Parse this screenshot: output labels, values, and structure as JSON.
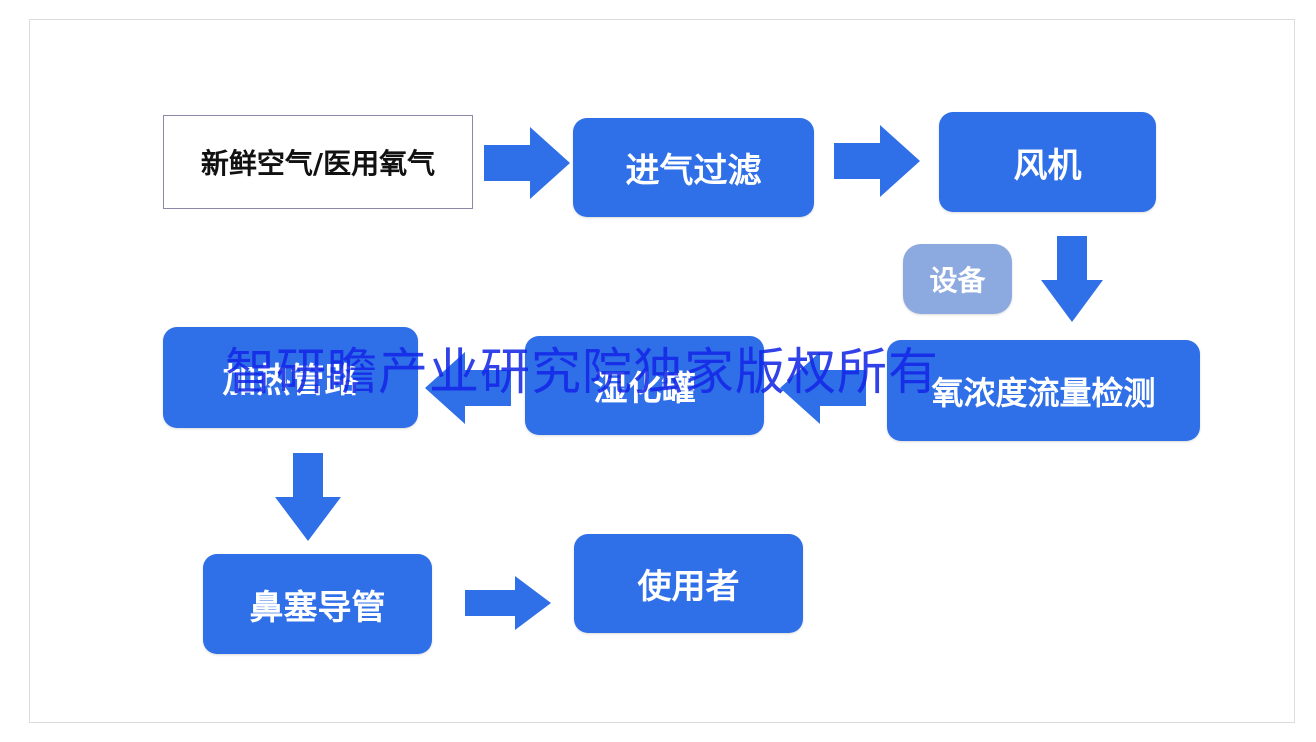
{
  "nodes": {
    "source": "新鲜空气/医用氧气",
    "intake_filter": "进气过滤",
    "fan": "风机",
    "device_tag": "设备",
    "oxygen_flow_detection": "氧浓度流量检测",
    "humidifier": "湿化罐",
    "heating_pipe": "加热管路",
    "nasal_cannula": "鼻塞导管",
    "user": "使用者"
  },
  "watermark": "智研瞻产业研究院独家版权所有",
  "colors": {
    "node_fill": "#2f6fe8",
    "arrow_fill": "#2f6fe8",
    "tag_fill": "#8daae0",
    "watermark": "#1428e6"
  }
}
